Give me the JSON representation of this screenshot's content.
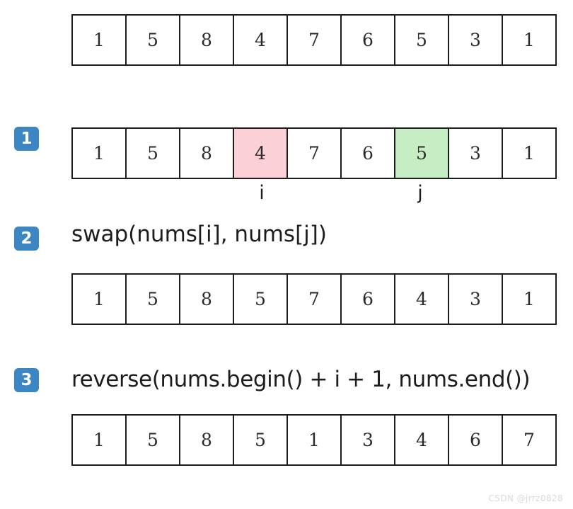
{
  "diagram": {
    "title": "next-permutation-steps",
    "colors": {
      "badge_blue": "#3c86c3",
      "highlight_pink": "#fbd0d6",
      "highlight_green": "#c7edc4",
      "border": "#1d1d1d",
      "text": "#1d1d1d",
      "watermark": "#d9d9d9"
    },
    "rows": [
      {
        "name": "initial-array",
        "values": [
          "1",
          "5",
          "8",
          "4",
          "7",
          "6",
          "5",
          "3",
          "1"
        ]
      },
      {
        "name": "marked-array",
        "values": [
          "1",
          "5",
          "8",
          "4",
          "7",
          "6",
          "5",
          "3",
          "1"
        ],
        "highlights": {
          "3": "pink",
          "6": "green"
        }
      },
      {
        "name": "after-swap-array",
        "values": [
          "1",
          "5",
          "8",
          "5",
          "7",
          "6",
          "4",
          "3",
          "1"
        ]
      },
      {
        "name": "after-reverse-array",
        "values": [
          "1",
          "5",
          "8",
          "5",
          "1",
          "3",
          "4",
          "6",
          "7"
        ]
      }
    ],
    "pointers": {
      "i_label": "i",
      "j_label": "j"
    },
    "steps": [
      {
        "badge": "1",
        "text": ""
      },
      {
        "badge": "2",
        "text": "swap(nums[i], nums[j])"
      },
      {
        "badge": "3",
        "text": "reverse(nums.begin() + i + 1, nums.end())"
      }
    ],
    "watermark": "CSDN @jrrz0828"
  }
}
